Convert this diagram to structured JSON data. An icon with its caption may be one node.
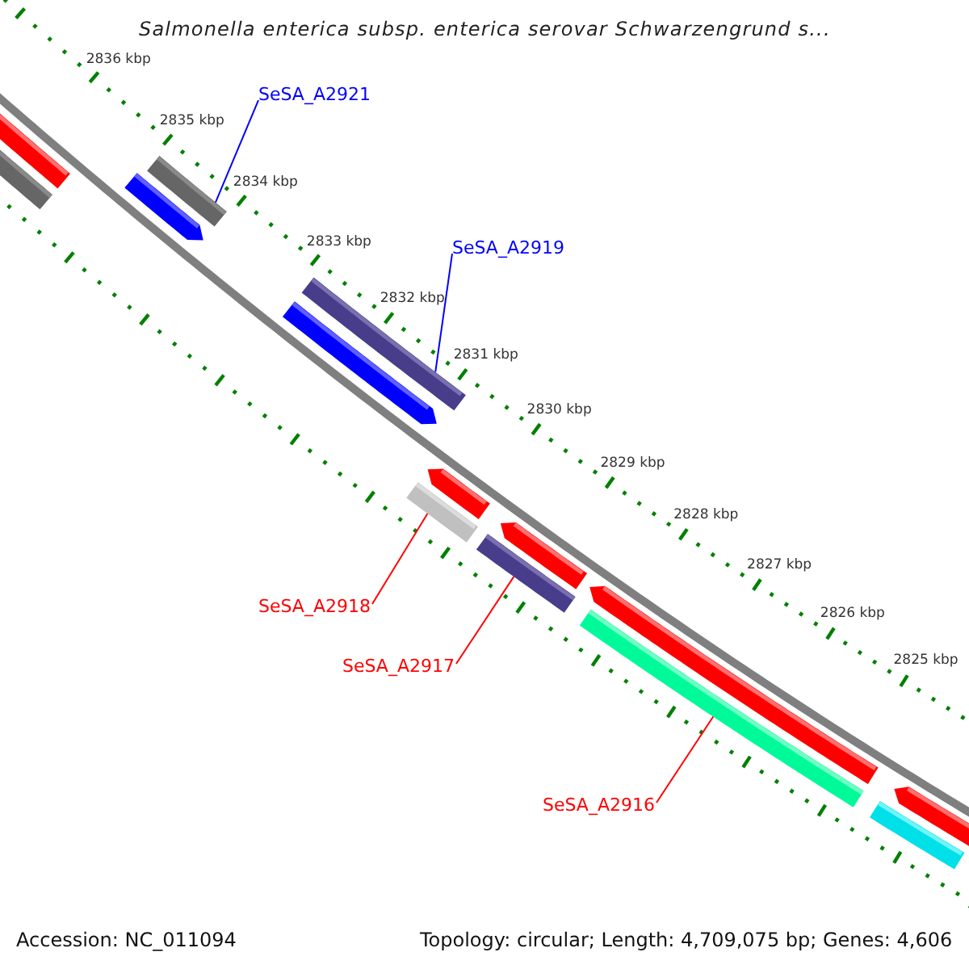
{
  "diagram": {
    "title": "Salmonella enterica subsp. enterica serovar Schwarzengrund s...",
    "nodes": [
      {
        "text": [
          "SeSA_A2921"
        ]
      },
      {
        "text": [],
        "shape": "bar"
      },
      {
        "text": [
          "SeSA_A2919"
        ]
      },
      {
        "text": [],
        "shape": "bar"
      },
      {
        "text": [
          "SeSA_A2918"
        ]
      },
      {
        "text": [],
        "shape": "bar"
      },
      {
        "text": [
          "SeSA_A2917"
        ]
      },
      {
        "text": [],
        "shape": "bar"
      },
      {
        "text": [
          "SeSA_A2916"
        ]
      },
      {
        "text": [],
        "shape": "bar"
      }
    ],
    "edges": [
      {
        "from": 0,
        "to": 1,
        "arrow": "none",
        "color": "#0000ff"
      },
      {
        "from": 2,
        "to": 3,
        "arrow": "none",
        "color": "#0000ff"
      },
      {
        "from": 4,
        "to": 5,
        "arrow": "none"
      },
      {
        "from": 6,
        "to": 7,
        "arrow": "none"
      },
      {
        "from": 8,
        "to": 9,
        "arrow": "none"
      }
    ],
    "labels": [
      "2836 kbp",
      "2835 kbp",
      "2834 kbp",
      "2833 kbp",
      "2832 kbp",
      "2831 kbp",
      "2830 kbp",
      "2829 kbp",
      "2828 kbp",
      "2827 kbp",
      "2826 kbp",
      "2825 kbp",
      "Accession: NC_011094",
      "Topology: circular; Length: 4,709,075 bp; Genes: 4,606"
    ]
  }
}
